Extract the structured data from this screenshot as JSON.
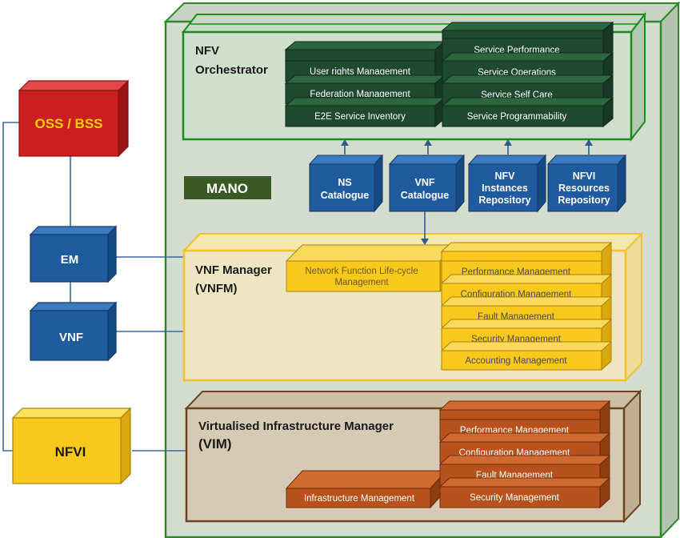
{
  "oss_bss": {
    "label": "OSS / BSS"
  },
  "em": {
    "label": "EM"
  },
  "vnf": {
    "label": "VNF"
  },
  "nfvi": {
    "label": "NFVI"
  },
  "mano": {
    "label": "MANO"
  },
  "orchestrator": {
    "title_line1": "NFV",
    "title_line2": "Orchestrator",
    "left_bars": [
      "User rights Management",
      "Federation Management",
      "E2E Service Inventory"
    ],
    "right_bars": [
      "Service Performance",
      "Service Operations",
      "Service Self Care",
      "Service Programmability"
    ]
  },
  "repositories": {
    "ns": [
      "NS",
      "Catalogue"
    ],
    "vnf": [
      "VNF",
      "Catalogue"
    ],
    "nfv_instances": [
      "NFV",
      "Instances",
      "Repository"
    ],
    "nfvi_resources": [
      "NFVI",
      "Resources",
      "Repository"
    ]
  },
  "vnfm": {
    "title_line1": "VNF Manager",
    "title_line2": "(VNFM)",
    "lifecycle": [
      "Network Function Life-cycle",
      "Management"
    ],
    "bars": [
      "Performance Management",
      "Configuration Management",
      "Fault Management",
      "Security Management",
      "Accounting Management"
    ]
  },
  "vim": {
    "title_line1": "Virtualised Infrastructure Manager",
    "title_line2": "(VIM)",
    "infra": "Infrastructure Management",
    "bars": [
      "Performance Management",
      "Configuration Management",
      "Fault Management",
      "Security Management"
    ]
  },
  "colors": {
    "oss_red": "#cc1f1f",
    "blue": "#1f5b9e",
    "yellow": "#f8c81c",
    "dark_green": "#1f4a30",
    "orange": "#b7521c",
    "green_border": "#2a8a2a"
  }
}
